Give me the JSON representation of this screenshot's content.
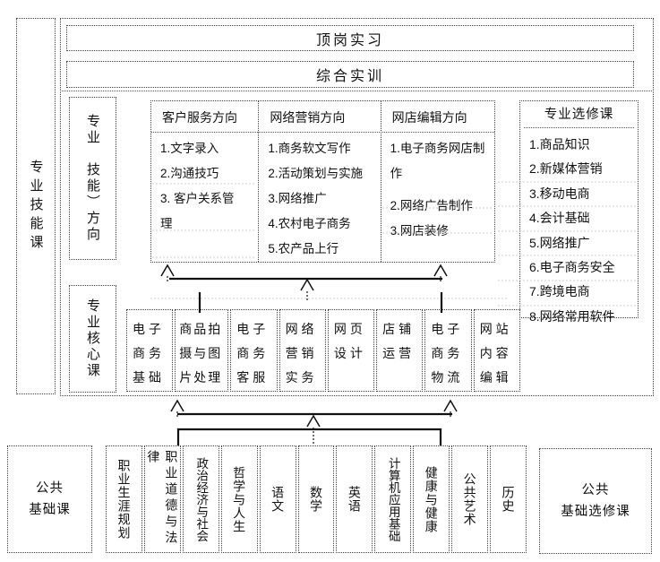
{
  "banners": {
    "internship": "顶岗实习",
    "training": "综合实训"
  },
  "rails": {
    "skill_label": "专业技能课",
    "direction_label": "专业　技能）方向",
    "core_label": "专业核心课"
  },
  "directions": [
    {
      "title": "客户服务方向",
      "items": [
        "1.文字录入",
        "2.沟通技巧",
        "3. 客户关系管理"
      ]
    },
    {
      "title": "网络营销方向",
      "items": [
        "1.商务软文写作",
        "2.活动策划与实施",
        "3.网络推广",
        "4.农村电子商务",
        "5.农产品上行"
      ]
    },
    {
      "title": "网店编辑方向",
      "items": [
        "1.电子商务网店制作",
        "2.网络广告制作",
        "3.网店装修"
      ]
    }
  ],
  "electives": {
    "title": "专业选修课",
    "items": [
      "1.商品知识",
      "2.新媒体营销",
      "3.移动电商",
      "4.会计基础",
      "5.网络推广",
      "6.电子商务安全",
      "7.跨境电商",
      "8.网络常用软件"
    ]
  },
  "core": {
    "courses": [
      "电子商务基础",
      "商品拍摄与图片处理",
      "电子商务客服",
      "网络营销实务",
      "网页设计",
      "店铺运营",
      "电子商务物流",
      "网站内容编辑"
    ]
  },
  "public": {
    "label_line1": "公共",
    "label_line2": "基础课",
    "courses": [
      "职业生涯规划",
      "职业道德与法律",
      "政治经济与社会",
      "哲学与人生",
      "语文",
      "数学",
      "英语",
      "计算机应用基础",
      "健康与健康",
      "公共艺术",
      "历史"
    ],
    "elective_line1": "公共",
    "elective_line2": "基础选修课"
  },
  "colors": {
    "border": "#444444",
    "text": "#111111",
    "connector": "#111111",
    "artifact_gray": "#cccccc"
  }
}
